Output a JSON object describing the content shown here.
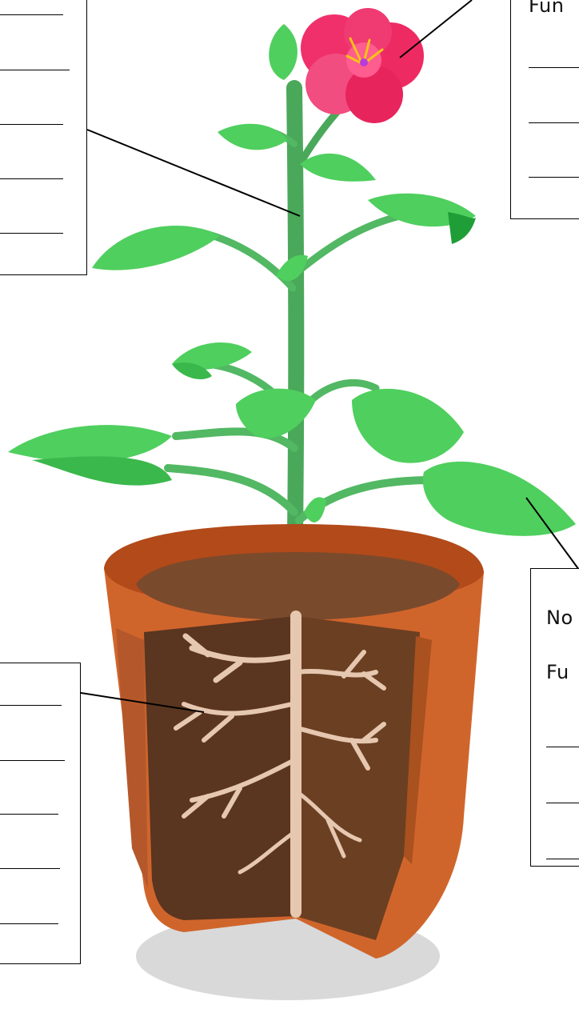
{
  "labels": {
    "flower_function_fragment": "Fun",
    "leaf_name_fragment": "No",
    "leaf_function_fragment": "Fu"
  },
  "colors": {
    "pot_terracotta": "#d0652c",
    "soil_brown": "#5a3520",
    "leaf_green": "#4fcf5e",
    "stem_green": "#4aa85a",
    "flower_pink": "#f0306a",
    "root_tan": "#e6c7b0"
  }
}
